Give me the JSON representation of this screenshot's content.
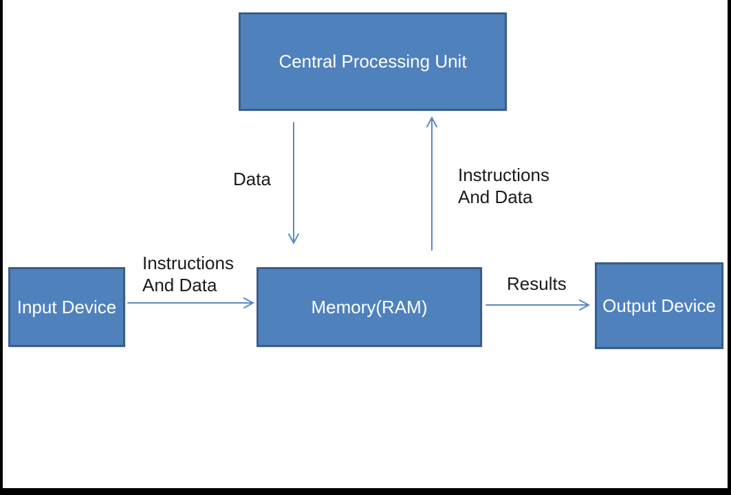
{
  "diagram": {
    "nodes": [
      {
        "id": "cpu",
        "label": "Central Processing Unit"
      },
      {
        "id": "memory",
        "label": "Memory(RAM)"
      },
      {
        "id": "input",
        "label": "Input Device"
      },
      {
        "id": "output",
        "label": "Output Device"
      }
    ],
    "edges": [
      {
        "from": "input",
        "to": "memory",
        "label_line1": "Instructions",
        "label_line2": "And Data"
      },
      {
        "from": "cpu",
        "to": "memory",
        "label": "Data"
      },
      {
        "from": "memory",
        "to": "cpu",
        "label_line1": "Instructions",
        "label_line2": "And Data"
      },
      {
        "from": "memory",
        "to": "output",
        "label": "Results"
      }
    ],
    "colors": {
      "node_fill": "#4F81BD",
      "node_border": "#385D8A",
      "node_text": "#FFFFFF",
      "arrow": "#5B87C5",
      "label_text": "#1A1A1A",
      "crop_edges": "#000000"
    }
  }
}
